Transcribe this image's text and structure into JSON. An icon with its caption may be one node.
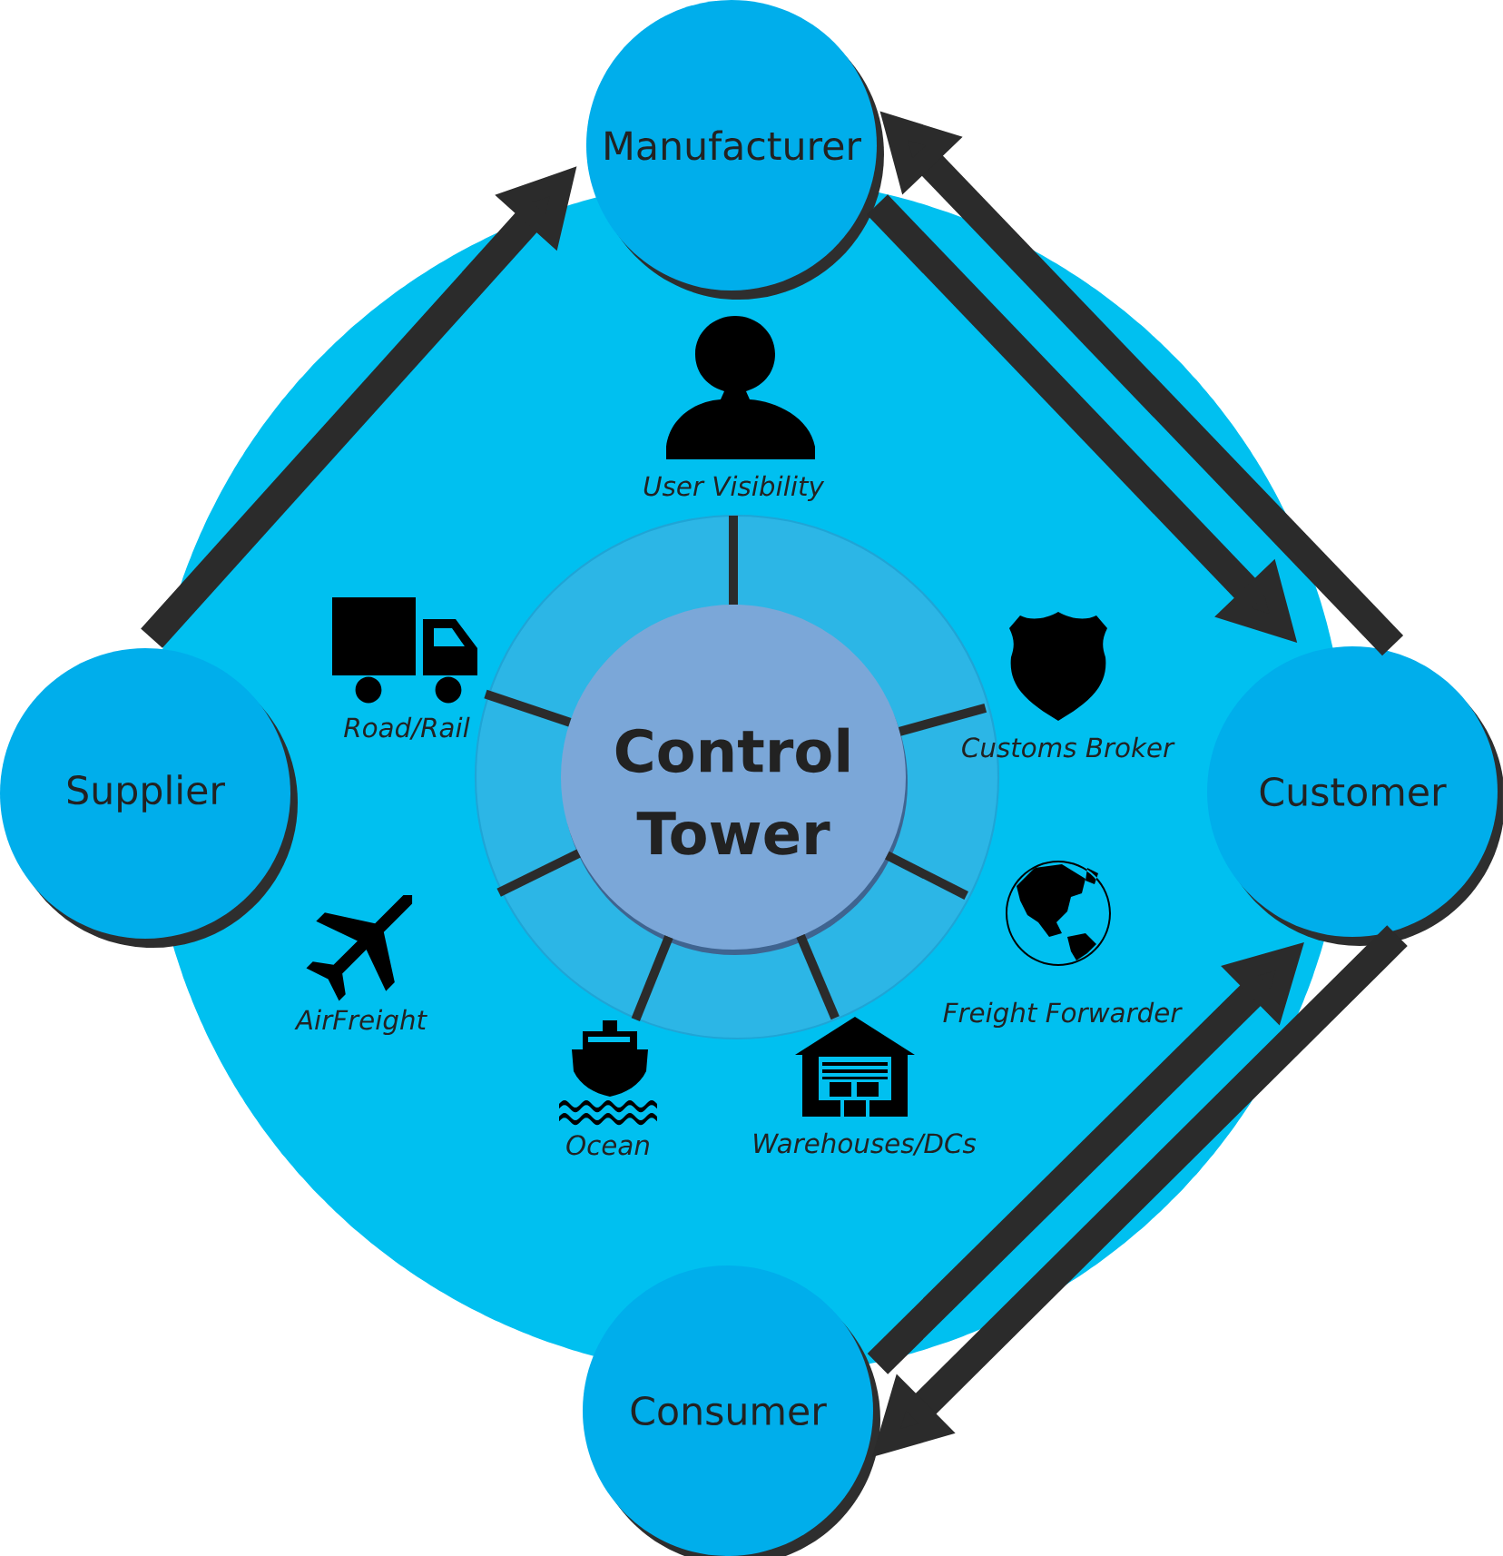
{
  "diagram": {
    "nodes": [
      {
        "text": [],
        "shape": "circle"
      },
      {
        "text": [
          "Manufacturer"
        ]
      },
      {
        "text": [
          "Supplier"
        ]
      },
      {
        "text": [
          "Customer"
        ]
      },
      {
        "text": [
          "Consumer"
        ]
      },
      {
        "text": [
          "Control Tower"
        ],
        "in": 0
      },
      {
        "text": [
          "User Visibility"
        ],
        "in": 0
      },
      {
        "text": [
          "Customs Broker"
        ],
        "in": 0
      },
      {
        "text": [
          "Freight Forwarder"
        ],
        "in": 0
      },
      {
        "text": [
          "Warehouses/DCs"
        ],
        "in": 0
      },
      {
        "text": [
          "Ocean"
        ],
        "in": 0
      },
      {
        "text": [
          "AirFreight"
        ],
        "in": 0
      },
      {
        "text": [
          "Road/Rail"
        ],
        "in": 0
      }
    ],
    "edges": [
      {
        "from": 2,
        "to": 1,
        "arrow": "to",
        "style": "thick"
      },
      {
        "from": 1,
        "to": 3,
        "arrow": "to",
        "style": "thick"
      },
      {
        "from": 3,
        "to": 1,
        "arrow": "to",
        "style": "thick"
      },
      {
        "from": 4,
        "to": 3,
        "arrow": "to",
        "style": "thick"
      },
      {
        "from": 3,
        "to": 4,
        "arrow": "to",
        "style": "thick"
      },
      {
        "from": 5,
        "to": 6,
        "arrow": "none"
      },
      {
        "from": 5,
        "to": 7,
        "arrow": "none"
      },
      {
        "from": 5,
        "to": 8,
        "arrow": "none"
      },
      {
        "from": 5,
        "to": 9,
        "arrow": "none"
      },
      {
        "from": 5,
        "to": 10,
        "arrow": "none"
      },
      {
        "from": 5,
        "to": 11,
        "arrow": "none"
      },
      {
        "from": 5,
        "to": 12,
        "arrow": "none"
      }
    ]
  }
}
